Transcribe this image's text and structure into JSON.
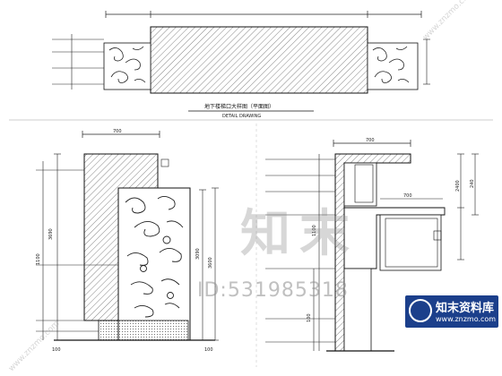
{
  "plan": {
    "caption": "地下楼梯口大样图（平面图）",
    "caption_sub": "DETAIL DRAWING",
    "dims_top": [
      "",
      ""
    ],
    "labels": [
      "",
      ""
    ]
  },
  "elevation_left": {
    "dim_top": "700",
    "dims_left": [
      "3690",
      "1100"
    ],
    "dims_right": [
      "3600",
      "3090"
    ],
    "dims_bottom": [
      "100",
      "100"
    ]
  },
  "section_right": {
    "dim_top": "700",
    "dim_mid": "700",
    "dims_right": [
      "2400",
      "240"
    ],
    "dims_left": [
      "1100",
      "100"
    ]
  },
  "watermark": {
    "text": "知末",
    "id": "ID:531985318"
  },
  "logo": {
    "name": "知末资料库",
    "url": "www.znzmo.com"
  },
  "corner_watermark": "www.znzmo.com"
}
